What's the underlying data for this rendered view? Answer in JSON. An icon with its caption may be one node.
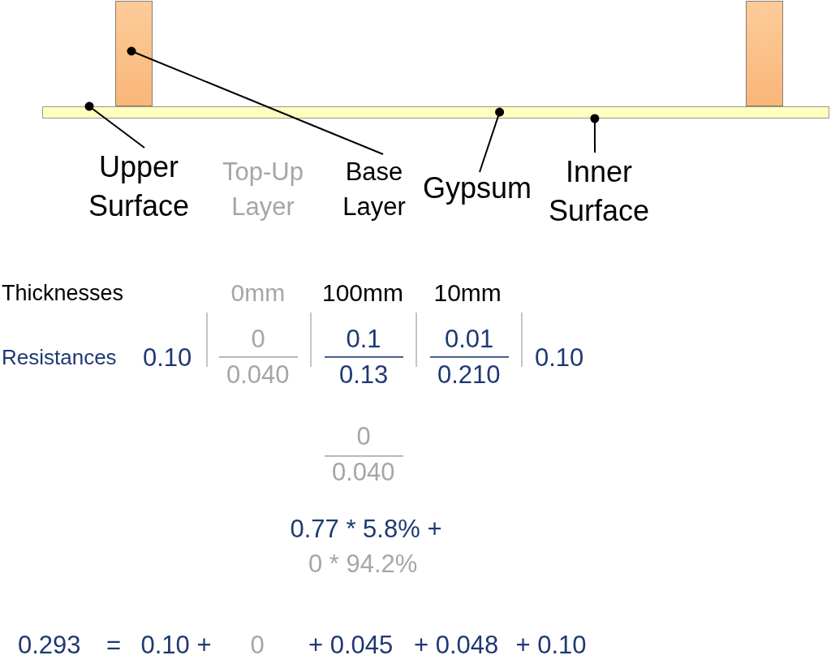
{
  "diagram": {
    "nodes": [
      {
        "text": [],
        "shape": "box"
      },
      {
        "text": [],
        "shape": "box"
      },
      {
        "text": [],
        "shape": "bar"
      },
      {
        "text": [
          "Upper Surface"
        ]
      },
      {
        "text": [
          "Base Layer"
        ]
      },
      {
        "text": [
          "Gypsum"
        ]
      },
      {
        "text": [
          "Inner Surface"
        ]
      }
    ],
    "edges": [
      {
        "from": 3,
        "to": 2,
        "arrow": "other"
      },
      {
        "from": 4,
        "to": 0,
        "arrow": "other"
      },
      {
        "from": 5,
        "to": 2,
        "arrow": "other"
      },
      {
        "from": 6,
        "to": 2,
        "arrow": "other"
      }
    ],
    "labels": [
      "Top-Up Layer",
      "Thicknesses",
      "0mm",
      "100mm",
      "10mm",
      "Resistances",
      "0.10",
      "0",
      "0.040",
      "0.1",
      "0.13",
      "0.01",
      "0.210",
      "0.10",
      "0",
      "0.040",
      "0.77 * 5.8% +",
      "0 * 94.2%",
      "0.293",
      "=",
      "0.10 +",
      "0",
      "+ 0.045",
      "+ 0.048",
      "+ 0.10"
    ]
  }
}
